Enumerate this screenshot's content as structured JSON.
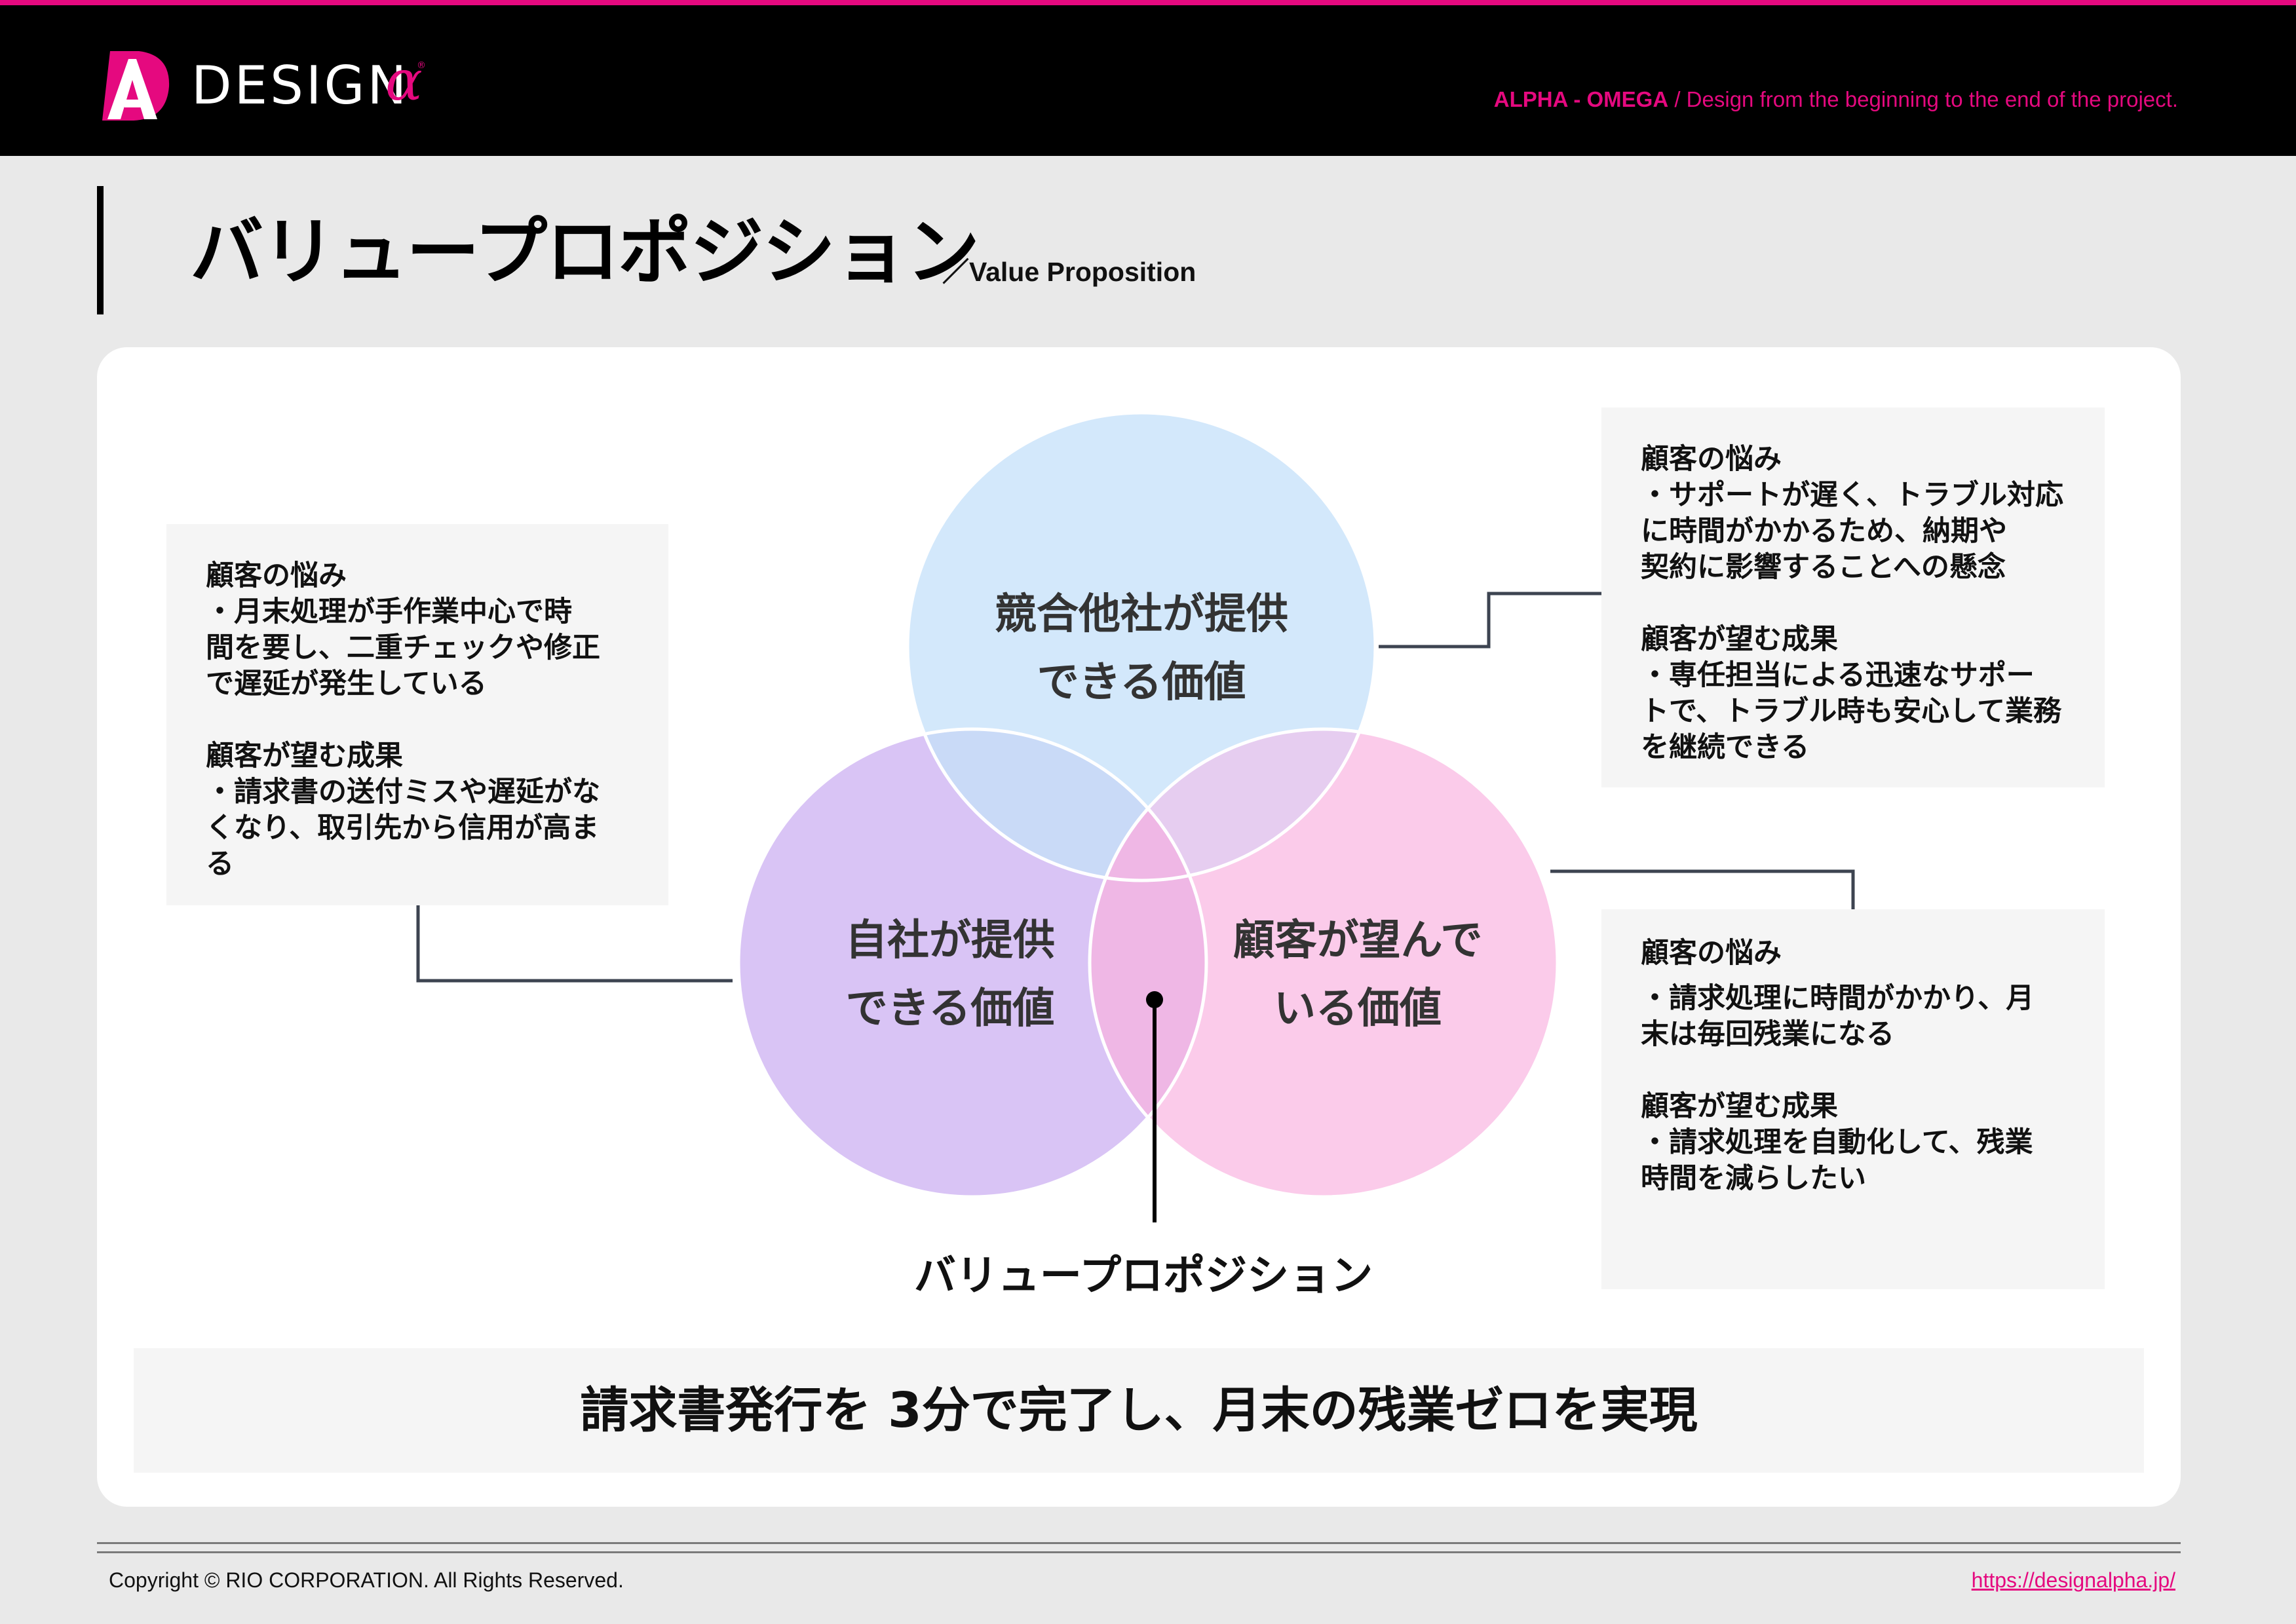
{
  "header": {
    "logo_text": "DESIGN",
    "logo_symbol": "α",
    "logo_registered": "®",
    "tagline_strong": "ALPHA - OMEGA",
    "tagline_rest": " / Design from the beginning to the end of the project."
  },
  "page": {
    "title": "バリュープロポジション",
    "subtitle": "／Value Proposition"
  },
  "venn": {
    "competitor_label": "競合他社が提供\nできる価値",
    "company_label": "自社が提供\nできる価値",
    "customer_label": "顧客が望んで\nいる価値",
    "center_caption": "バリュープロポジション",
    "colors": {
      "competitor": "#d3e8fb",
      "company": "#d9c4f5",
      "customer": "#fbcbea",
      "center": "#efb7e5"
    }
  },
  "notes": {
    "left": {
      "pain_heading": "顧客の悩み",
      "pain_text": "・月末処理が手作業中心で時\n間を要し、二重チェックや修正\nで遅延が発生している",
      "gain_heading": "顧客が望む成果",
      "gain_text": "・請求書の送付ミスや遅延がな\nくなり、取引先から信用が高ま\nる"
    },
    "top_right": {
      "pain_heading": "顧客の悩み",
      "pain_text": "・サポートが遅く、トラブル対応\nに時間がかかるため、納期や\n契約に影響することへの懸念",
      "gain_heading": "顧客が望む成果",
      "gain_text": "・専任担当による迅速なサポー\nトで、トラブル時も安心して業務\nを継続できる"
    },
    "bottom_right": {
      "pain_heading": "顧客の悩み",
      "pain_text": "・請求処理に時間がかかり、月\n末は毎回残業になる",
      "gain_heading": "顧客が望む成果",
      "gain_text": "・請求処理を自動化して、残業\n時間を減らしたい"
    }
  },
  "banner": {
    "text": "請求書発行を 3分で完了し、月末の残業ゼロを実現"
  },
  "footer": {
    "copyright": "Copyright © RIO CORPORATION. All Rights Reserved.",
    "link": "https://designalpha.jp/"
  },
  "colors": {
    "accent": "#e5097f",
    "connector": "#3d4451"
  }
}
